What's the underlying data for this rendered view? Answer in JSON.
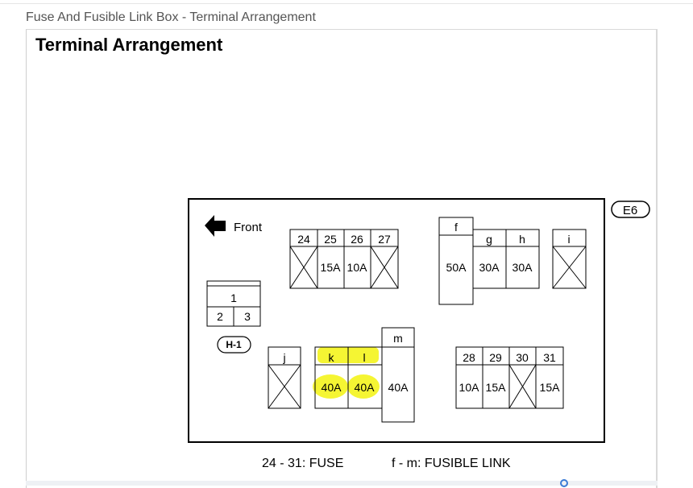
{
  "page": {
    "heading": "Fuse And Fusible Link Box - Terminal Arrangement"
  },
  "figure": {
    "title": "Terminal Arrangement",
    "front_label": "Front",
    "connector_e6": "E6",
    "connector_h1": "H-1",
    "h1_block": {
      "top": "1",
      "bottom_left": "2",
      "bottom_right": "3"
    },
    "fuses_top": [
      {
        "terminal": "24",
        "rating": ""
      },
      {
        "terminal": "25",
        "rating": "15A"
      },
      {
        "terminal": "26",
        "rating": "10A"
      },
      {
        "terminal": "27",
        "rating": ""
      }
    ],
    "links_top": [
      {
        "terminal": "f",
        "rating": "50A"
      },
      {
        "terminal": "g",
        "rating": "30A"
      },
      {
        "terminal": "h",
        "rating": "30A"
      },
      {
        "terminal": "i",
        "rating": ""
      }
    ],
    "links_bottom": [
      {
        "terminal": "j",
        "rating": ""
      },
      {
        "terminal": "k",
        "rating": "40A",
        "highlighted": true
      },
      {
        "terminal": "l",
        "rating": "40A",
        "highlighted": true
      },
      {
        "terminal": "m",
        "rating": "40A"
      }
    ],
    "fuses_bottom": [
      {
        "terminal": "28",
        "rating": "10A"
      },
      {
        "terminal": "29",
        "rating": "15A"
      },
      {
        "terminal": "30",
        "rating": ""
      },
      {
        "terminal": "31",
        "rating": "15A"
      }
    ],
    "legend": {
      "fuse": "24 - 31: FUSE",
      "link": "f - m: FUSIBLE LINK"
    },
    "highlight_color": "#f5f533"
  }
}
